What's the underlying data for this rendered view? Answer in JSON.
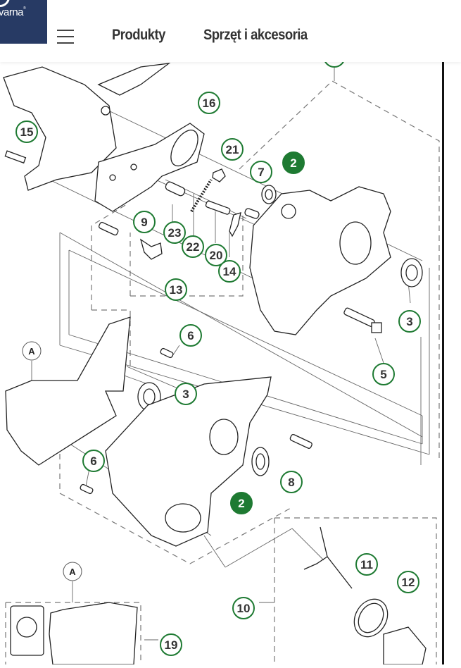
{
  "header": {
    "logo_text": "varna",
    "logo_registered": "®",
    "menu_icon": "hamburger-icon",
    "nav": [
      {
        "label": "Produkty"
      },
      {
        "label": "Sprzęt i akcesoria"
      }
    ]
  },
  "diagram": {
    "callout_color": "#1e7a32",
    "callout_filled_color": "#1e7a32",
    "reference_color": "#555555",
    "callouts": [
      {
        "id": "c15",
        "label": "15",
        "filled": false
      },
      {
        "id": "c16",
        "label": "16",
        "filled": false
      },
      {
        "id": "c21",
        "label": "21",
        "filled": false
      },
      {
        "id": "c7",
        "label": "7",
        "filled": false
      },
      {
        "id": "c2a",
        "label": "2",
        "filled": true
      },
      {
        "id": "c9",
        "label": "9",
        "filled": false
      },
      {
        "id": "c23",
        "label": "23",
        "filled": false
      },
      {
        "id": "c22",
        "label": "22",
        "filled": false
      },
      {
        "id": "c20",
        "label": "20",
        "filled": false
      },
      {
        "id": "c14",
        "label": "14",
        "filled": false
      },
      {
        "id": "c13",
        "label": "13",
        "filled": false
      },
      {
        "id": "c3a",
        "label": "3",
        "filled": false
      },
      {
        "id": "c6a",
        "label": "6",
        "filled": false
      },
      {
        "id": "c5",
        "label": "5",
        "filled": false
      },
      {
        "id": "c3b",
        "label": "3",
        "filled": false
      },
      {
        "id": "c6b",
        "label": "6",
        "filled": false
      },
      {
        "id": "c8",
        "label": "8",
        "filled": false
      },
      {
        "id": "c2b",
        "label": "2",
        "filled": true
      },
      {
        "id": "c11",
        "label": "11",
        "filled": false
      },
      {
        "id": "c12",
        "label": "12",
        "filled": false
      },
      {
        "id": "c10",
        "label": "10",
        "filled": false
      },
      {
        "id": "c19",
        "label": "19",
        "filled": false
      }
    ],
    "references": [
      {
        "id": "rA1",
        "label": "A"
      },
      {
        "id": "rA2",
        "label": "A"
      }
    ]
  }
}
